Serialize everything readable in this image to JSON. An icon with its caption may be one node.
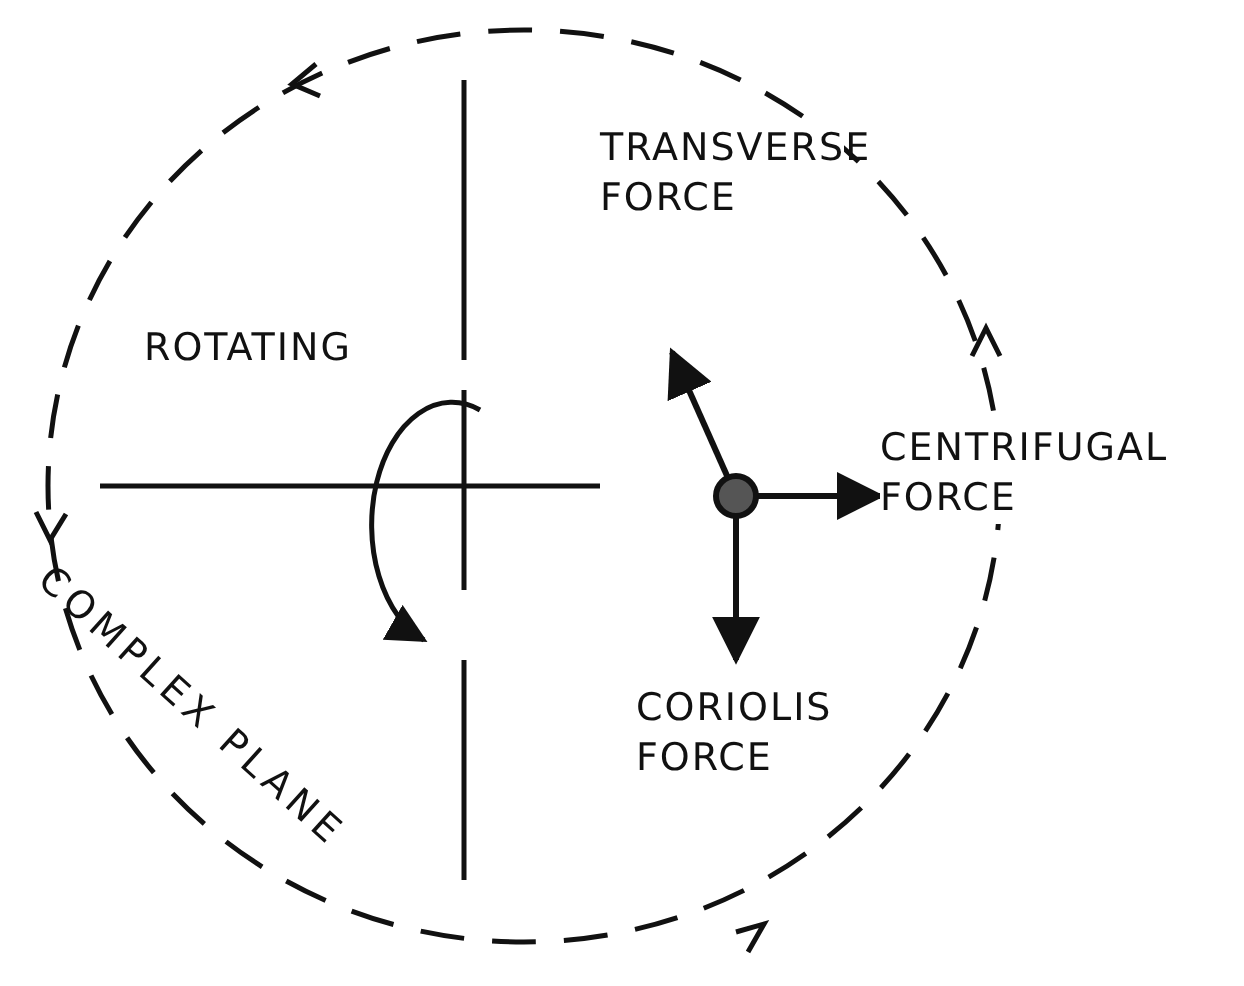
{
  "diagram": {
    "labels": [
      "TRANSVERSE FORCE",
      "ROTATING",
      "CENTRIFUGAL FORCE",
      "CORIOLIS FORCE",
      "COMPLEX PLANE"
    ]
  }
}
